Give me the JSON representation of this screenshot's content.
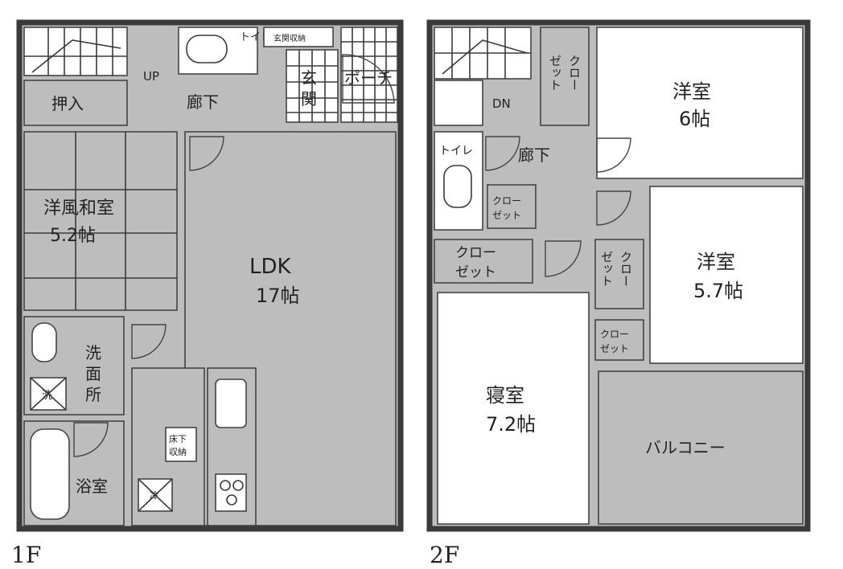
{
  "floor1": {
    "label": "1F",
    "rooms": {
      "toilet": "トイレ",
      "entrance_storage": "玄関収納",
      "up": "UP",
      "porch": "ポーチ",
      "oshiire": "押入",
      "hallway": "廊下",
      "genkan_1": "玄",
      "genkan_2": "関",
      "washitsu_name": "洋風和室",
      "washitsu_size": "5.2帖",
      "ldk_name": "LDK",
      "ldk_size": "17帖",
      "washroom": "洗面所",
      "laundry": "洗",
      "bath": "浴室",
      "underfloor_storage_1": "床下",
      "underfloor_storage_2": "収納",
      "fridge": "冷"
    }
  },
  "floor2": {
    "label": "2F",
    "rooms": {
      "dn": "DN",
      "closet_v1a": "クロー",
      "closet_v1b": "ゼット",
      "western1_name": "洋室",
      "western1_size": "6帖",
      "toilet": "トイレ",
      "hallway": "廊下",
      "closet_small1a": "クロー",
      "closet_small1b": "ゼット",
      "closet_2a": "クロー",
      "closet_2b": "ゼット",
      "closet_v2a": "クロー",
      "closet_v2b": "ゼット",
      "western2_name": "洋室",
      "western2_size": "5.7帖",
      "closet_small2a": "クロー",
      "closet_small2b": "ゼット",
      "bedroom_name": "寝室",
      "bedroom_size": "7.2帖",
      "balcony": "バルコニー"
    }
  }
}
